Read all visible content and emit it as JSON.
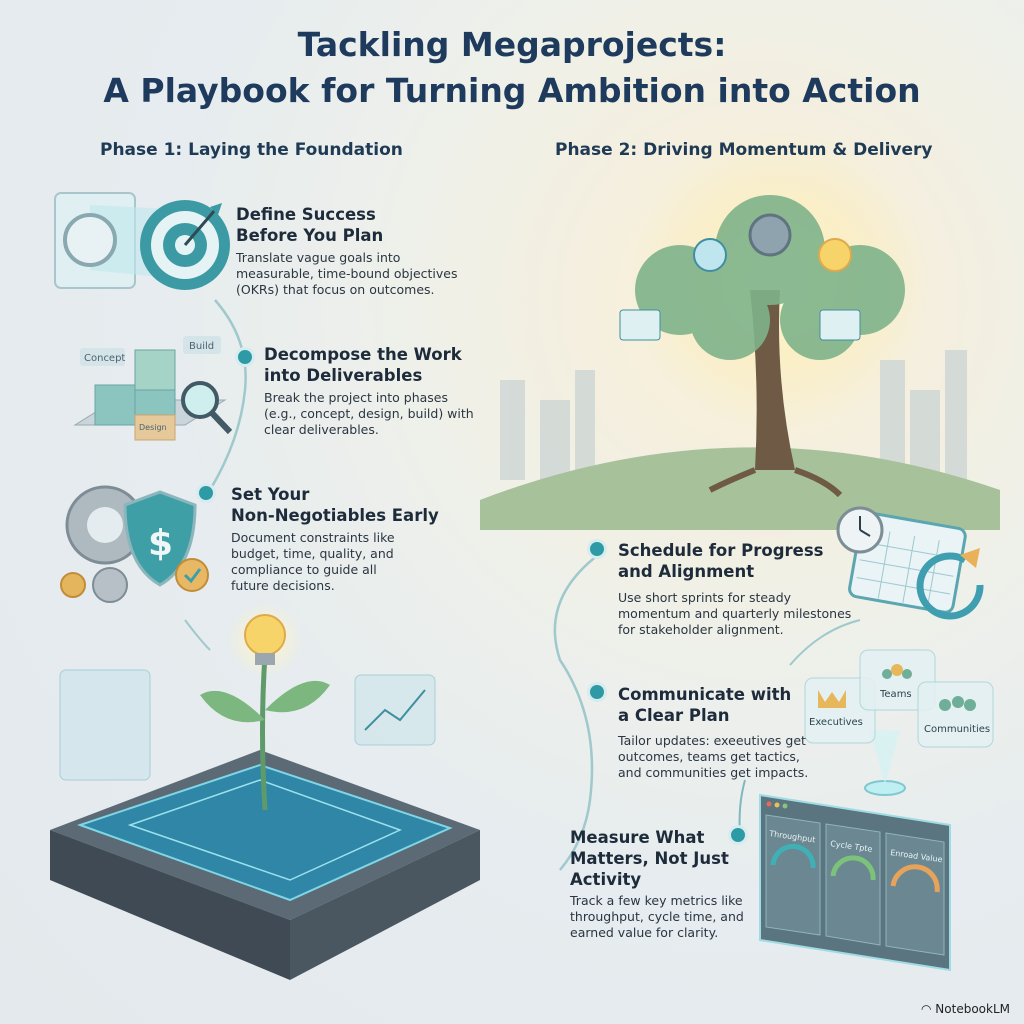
{
  "title": {
    "line1": "Tackling Megaprojects:",
    "line2": "A Playbook for Turning Ambition into Action"
  },
  "phase1": {
    "heading": "Phase 1: Laying the Foundation",
    "items": [
      {
        "title1": "Define Success",
        "title2": "Before You Plan",
        "description": "Translate vague goals into measurable, time-bound objectives (OKRs) that focus on outcomes.",
        "icon": "target-icon"
      },
      {
        "title1": "Decompose the Work",
        "title2": "into Deliverables",
        "description": "Break the project into phases (e.g., concept, design, build) with clear deliverables.",
        "icon": "blocks-magnifier-icon",
        "labels": [
          "Concept",
          "Build",
          "Design"
        ]
      },
      {
        "title1": "Set Your",
        "title2": "Non-Negotiables Early",
        "description": "Document constraints like budget, time, quality, and compliance to guide all future decisions.",
        "icon": "shield-dollar-icon"
      }
    ]
  },
  "phase2": {
    "heading": "Phase 2: Driving Momentum & Delivery",
    "items": [
      {
        "title1": "Schedule for Progress",
        "title2": "and Alignment",
        "description": "Use short sprints for steady momentum and quarterly milestones for stakeholder alignment.",
        "icon": "calendar-clock-icon"
      },
      {
        "title1": "Communicate with",
        "title2": "a Clear Plan",
        "description": "Tailor updates: exeeutives get outcomes, teams get tactics, and communities get impacts.",
        "icon": "speech-bubbles-icon",
        "bubbles": [
          "Executives",
          "Teams",
          "Communities"
        ]
      },
      {
        "title1": "Measure What",
        "title2": "Matters, Not Just",
        "title3": "Activity",
        "description": "Track a few key metrics like throughput, cycle time, and earned value for clarity.",
        "icon": "dashboard-gauges-icon",
        "gauges": [
          "Throughput",
          "Cycle Tpte",
          "Enroad Value"
        ]
      }
    ]
  },
  "brand": "NotebookLM",
  "colors": {
    "title": "#1e3a5c",
    "accent": "#2e9aa6",
    "glow": "#fbf1d4"
  }
}
